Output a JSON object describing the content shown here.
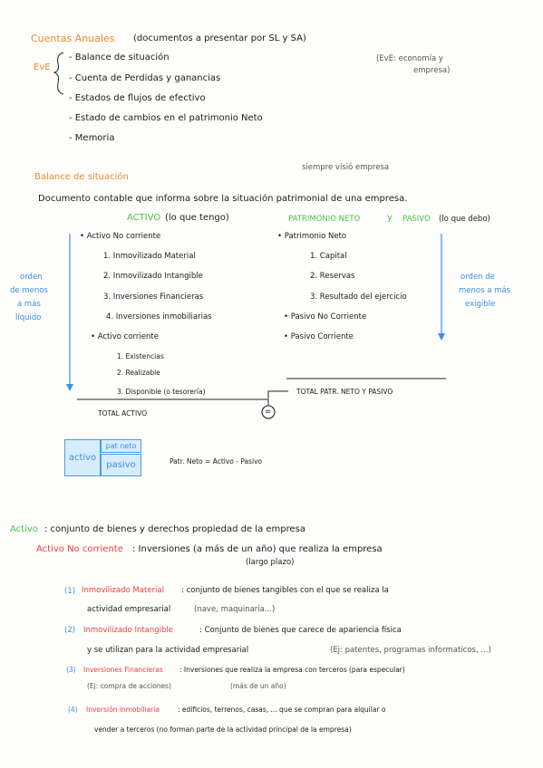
{
  "header": {
    "title": "Cuentas Anuales",
    "subtitle": "(documentos a presentar por SL y SA)",
    "eve_label": "EvE",
    "eve_note_1": "(EvE: economía y",
    "eve_note_2": "empresa)",
    "items": [
      "- Balance de situación",
      "- Cuenta de Perdidas y ganancias",
      "- Estados de flujos de efectivo",
      "- Estado de cambios en el patrimonio Neto",
      "- Memoria"
    ]
  },
  "balance": {
    "title": "Balance de situación",
    "side_note": "siempre visió empresa",
    "definition": "Documento contable que informa sobre la situación patrimonial de una empresa.",
    "activo_header": "ACTIVO",
    "activo_header_note": "(lo que tengo)",
    "pasivo_header_a": "PATRIMONIO NETO",
    "pasivo_header_y": "y",
    "pasivo_header_b": "PASIVO",
    "pasivo_header_note": "(lo que debo)",
    "activo": {
      "no_corriente": "• Activo No corriente",
      "nc_items": [
        "1. Inmovilizado Material",
        "2. Inmovilizado Intangible",
        "3. Inversiones Financieras",
        "4. Inversiones inmobiliarias"
      ],
      "corriente": "• Activo corriente",
      "c_items": [
        "1. Existencias",
        "2. Realizable",
        "3. Disponible (o tesorería)"
      ],
      "total": "TOTAL ACTIVO"
    },
    "pasivo": {
      "patrimonio": "• Patrimonio Neto",
      "pn_items": [
        "1. Capital",
        "2. Reservas",
        "3. Resultado del ejercicio"
      ],
      "no_corriente": "• Pasivo No Corriente",
      "corriente": "• Pasivo Corriente",
      "total": "TOTAL PATR. NETO Y PASIVO"
    },
    "left_note": [
      "orden",
      "de menos",
      "a más",
      "líquido"
    ],
    "right_note": [
      "orden de",
      "menos a más",
      "exigible"
    ],
    "equals_sign": "=",
    "diagram": {
      "activo": "activo",
      "pat_neto": "pat neto",
      "pasivo": "pasivo",
      "formula": "Patr. Neto = Activo - Pasivo"
    }
  },
  "definitions": {
    "activo_label": "Activo",
    "activo_text": ": conjunto de bienes y derechos propiedad de la empresa",
    "anc_label": "Activo No corriente",
    "anc_text": ": Inversiones (a más de un año) que realiza la empresa",
    "anc_note": "(largo plazo)",
    "items": [
      {
        "num": "(1)",
        "label": "Inmovilizado Material",
        "text": ": conjunto de bienes tangibles con el que se realiza la",
        "line2": "actividad empresarial",
        "note": "(nave, maquinaria...)"
      },
      {
        "num": "(2)",
        "label": "Inmovilizado Intangible",
        "text": ": Conjunto de bienes que carece de apariencia física",
        "line2": "y se utilizan para la actividad empresarial",
        "note": "(Ej: patentes, programas informaticos, ...)"
      },
      {
        "num": "(3)",
        "label": "Inversiones Financieras",
        "text": ": Inversiones que realiza la empresa con terceros (para especular)",
        "line2": "(Ej: compra de acciones)",
        "note": "(más de un año)"
      },
      {
        "num": "(4)",
        "label": "Inversión inmobiliaria",
        "text": ": edificios, terrenos, casas, ... que se compran para alquilar o",
        "line2": "vender a terceros (no forman parte de la actividad principal de la empresa)"
      }
    ]
  }
}
